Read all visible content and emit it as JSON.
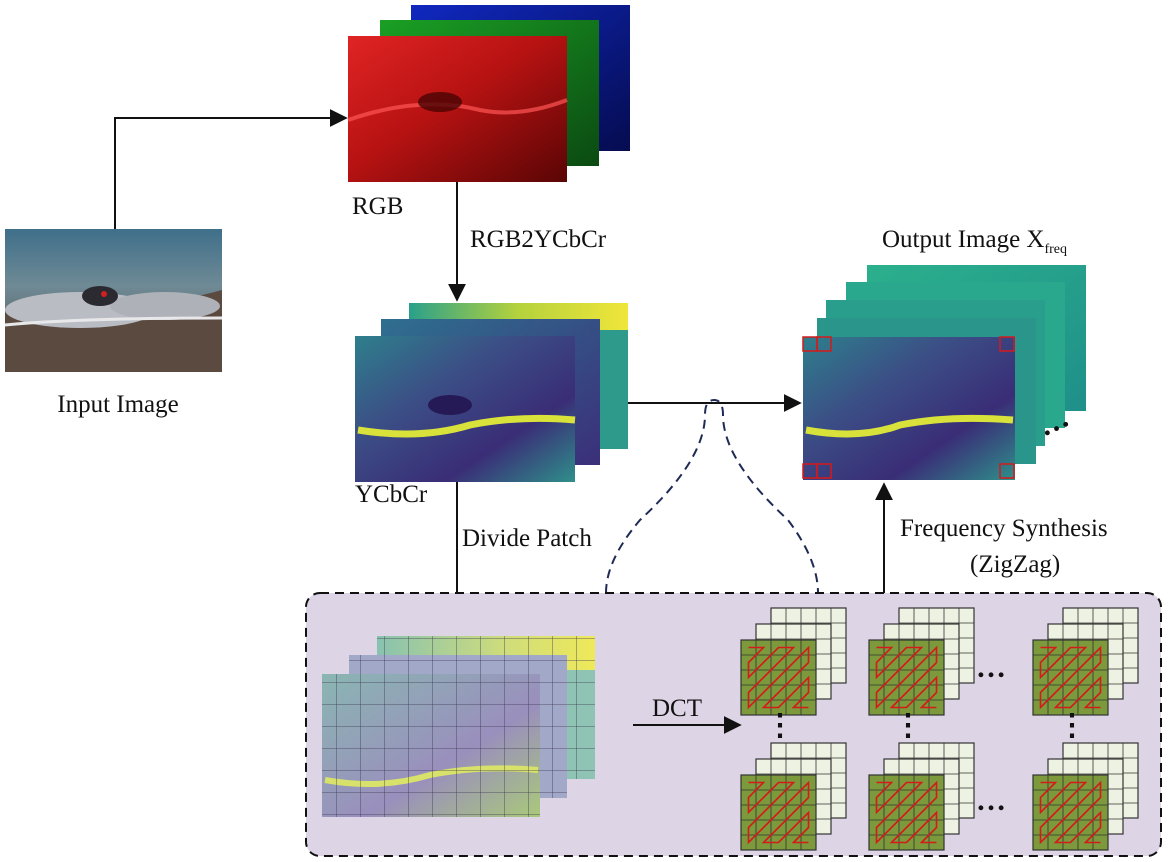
{
  "labels": {
    "input_image": "Input Image",
    "rgb": "RGB",
    "rgb2ycbcr": "RGB2YCbCr",
    "ycbcr": "YCbCr",
    "output_image": "Output Image X",
    "output_subscript": "freq",
    "divide_patch": "Divide Patch",
    "frequency_synthesis": "Frequency Synthesis",
    "zigzag": "(ZigZag)",
    "dct": "DCT"
  },
  "colors": {
    "red_channel": "#c81010",
    "green_channel": "#0f7a18",
    "blue_channel": "#0a1a9c",
    "viridis_dark": "#3b2f7a",
    "viridis_teal": "#2a9a8f",
    "viridis_yellow": "#f0e63a",
    "patch_panel_bg": "#ddd4e6",
    "dct_block_green": "#7c9a3c",
    "dct_block_light": "#eef2e2",
    "zigzag_red": "#d41a1a"
  },
  "ellipsis": "…",
  "vertical_ellipsis": "⋮"
}
